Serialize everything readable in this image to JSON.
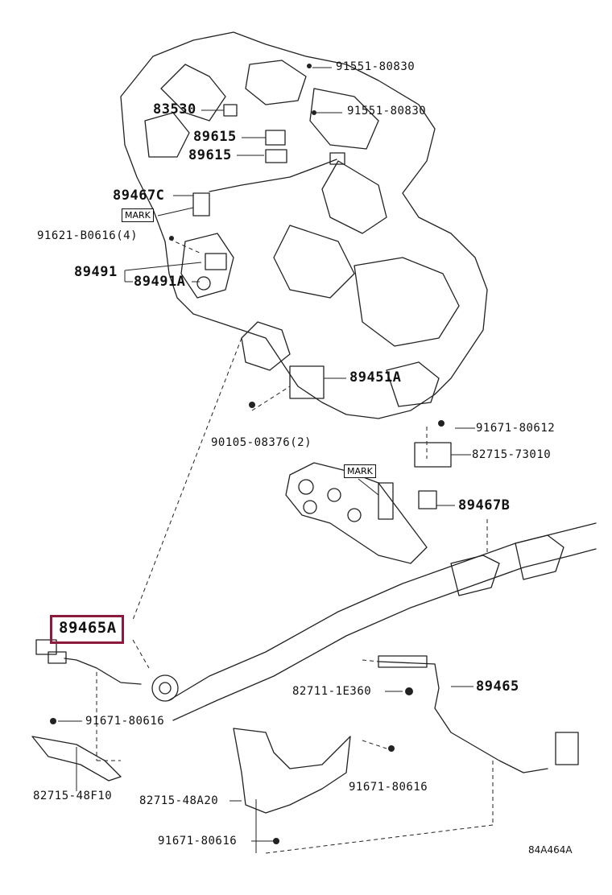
{
  "diagram": {
    "drawing_code": "84A464A",
    "highlight_color": "#8b1a3c",
    "mark_label": "MARK",
    "highlighted_part": "89465A",
    "callouts": [
      "91551-80830",
      "91551-80830",
      "83530",
      "89615",
      "89615",
      "89467C",
      "91621-B0616(4)",
      "89491",
      "89491A",
      "89451A",
      "90105-08376(2)",
      "91671-80612",
      "82715-73010",
      "89467B",
      "82711-1E360",
      "89465",
      "91671-80616",
      "82715-48F10",
      "91671-80616",
      "82715-48A20",
      "91671-80616"
    ]
  }
}
